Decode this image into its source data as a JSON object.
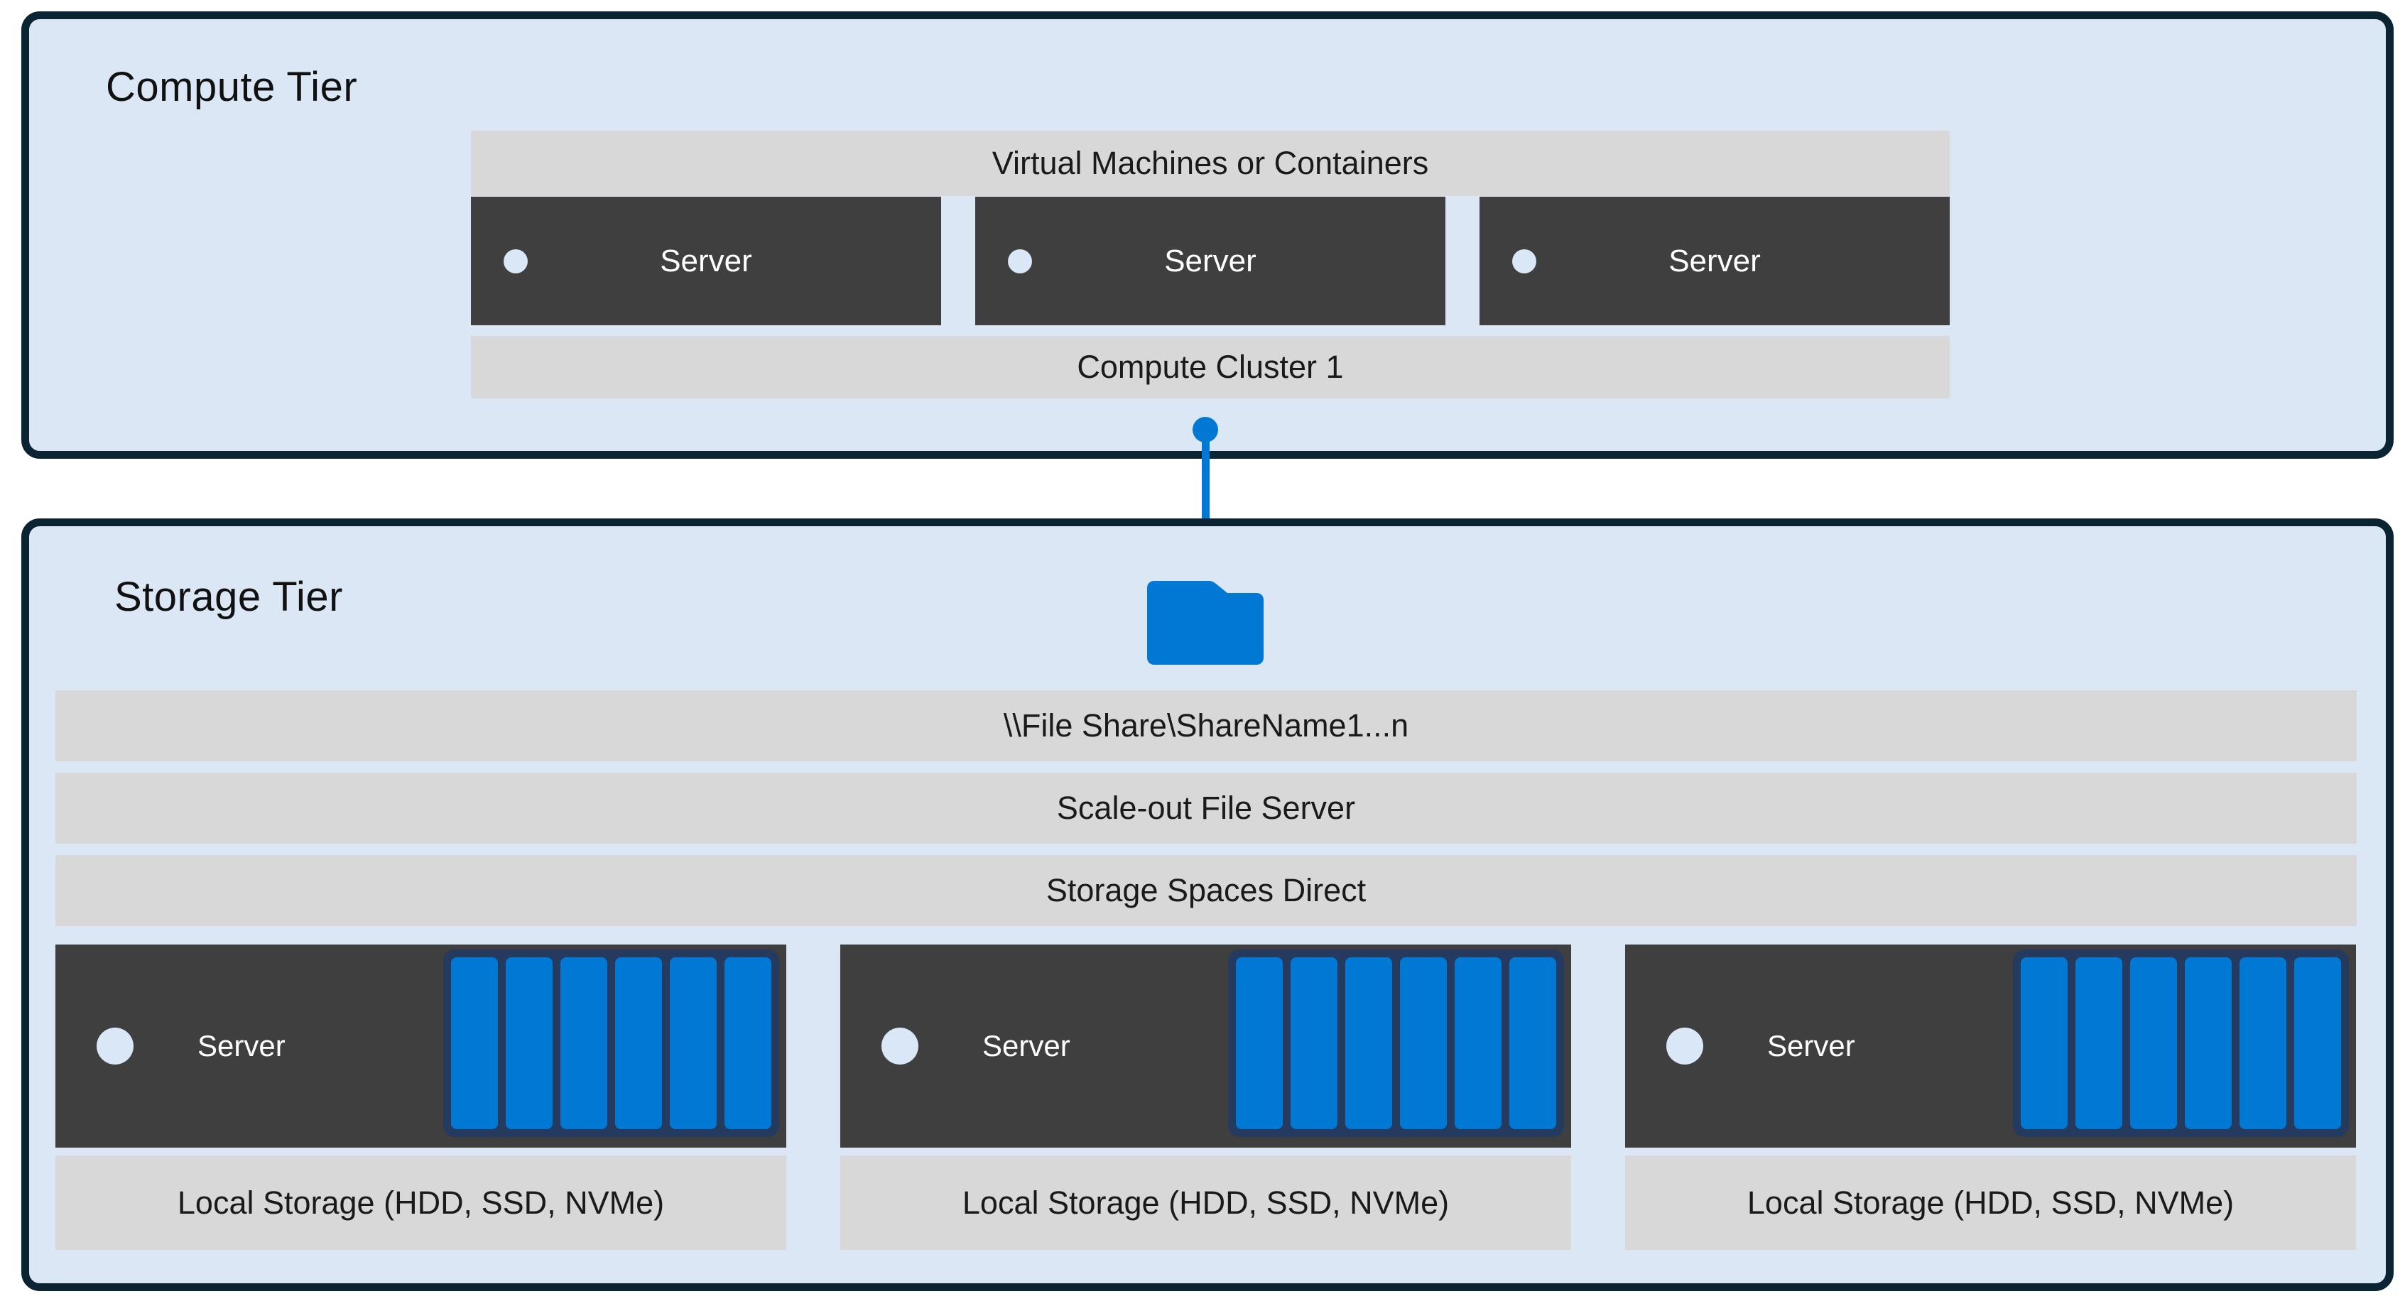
{
  "colors": {
    "tier_fill": "#dbe7f4",
    "tier_border": "#0b2433",
    "bar_gray": "#d8d8d8",
    "server_dark": "#3f3f3f",
    "led_circle": "#d9e7f7",
    "accent_blue": "#0078d4",
    "disk_frame_navy": "#243a5e"
  },
  "compute_tier": {
    "title": "Compute Tier",
    "vm_bar_label": "Virtual Machines or Containers",
    "cluster_bar_label": "Compute Cluster 1",
    "servers": [
      {
        "label": "Server"
      },
      {
        "label": "Server"
      },
      {
        "label": "Server"
      }
    ]
  },
  "connector": {
    "icon": "folder-icon"
  },
  "storage_tier": {
    "title": "Storage Tier",
    "file_share_bar_label": "\\\\File Share\\ShareName1...n",
    "scale_out_bar_label": "Scale-out File Server",
    "s2d_bar_label": "Storage Spaces Direct",
    "servers": [
      {
        "label": "Server",
        "disk_count": 6,
        "local_storage_label": "Local Storage (HDD, SSD, NVMe)"
      },
      {
        "label": "Server",
        "disk_count": 6,
        "local_storage_label": "Local Storage (HDD, SSD, NVMe)"
      },
      {
        "label": "Server",
        "disk_count": 6,
        "local_storage_label": "Local Storage (HDD, SSD, NVMe)"
      }
    ]
  }
}
